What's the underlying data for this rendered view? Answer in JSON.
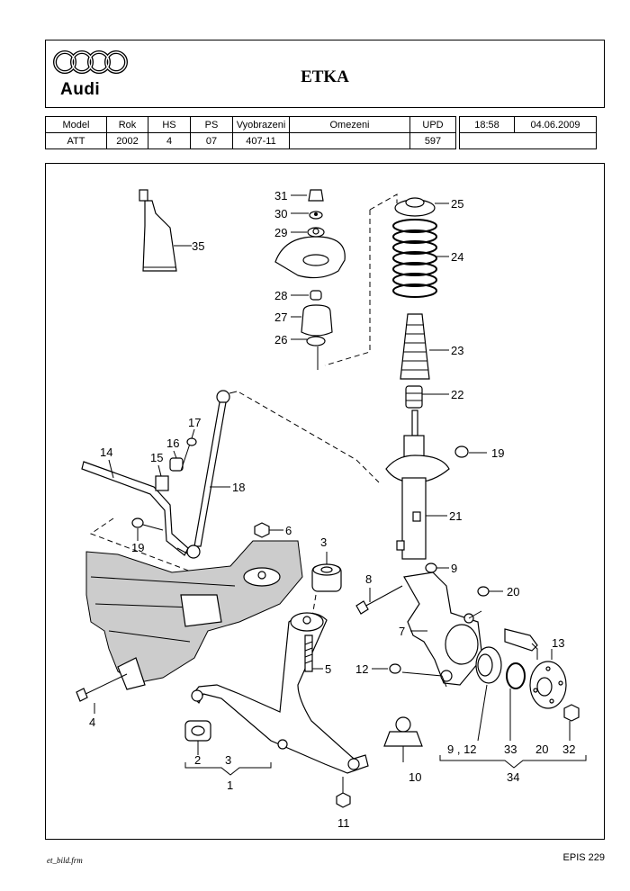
{
  "header": {
    "brand": "Audi",
    "title": "ETKA"
  },
  "info": {
    "headers": [
      "Model",
      "Rok",
      "HS",
      "PS",
      "Vyobrazeni",
      "Omezeni",
      "UPD"
    ],
    "values": [
      "ATT",
      "2002",
      "4",
      "07",
      "407-11",
      "",
      "597"
    ],
    "time": "18:58",
    "date": "04.06.2009"
  },
  "callouts": {
    "c1": "1",
    "c2": "2",
    "c3a": "3",
    "c3b": "3",
    "c4": "4",
    "c5": "5",
    "c6": "6",
    "c7": "7",
    "c8": "8",
    "c9": "9",
    "c10": "10",
    "c11": "11",
    "c12": "12",
    "c13": "13",
    "c14": "14",
    "c15": "15",
    "c16": "16",
    "c17": "17",
    "c18": "18",
    "c19a": "19",
    "c19b": "19",
    "c20a": "20",
    "c20b": "20",
    "c21": "21",
    "c22": "22",
    "c23": "23",
    "c24": "24",
    "c25": "25",
    "c26": "26",
    "c27": "27",
    "c28": "28",
    "c29": "29",
    "c30": "30",
    "c31": "31",
    "c32": "32",
    "c33": "33",
    "c34": "34",
    "c35": "35",
    "c912": "9 , 12"
  },
  "footer": {
    "left": "et_bild.frm",
    "right": "EPIS 229"
  }
}
